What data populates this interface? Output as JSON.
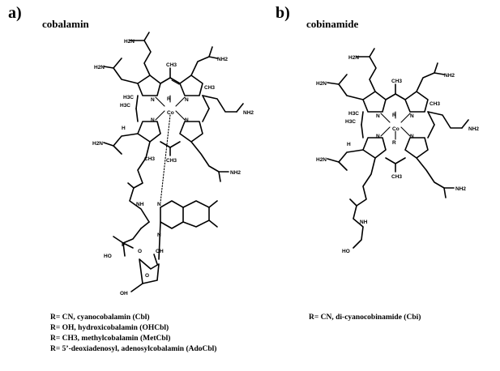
{
  "panels": [
    {
      "letter": "a)",
      "title": "cobalamin",
      "captions": [
        "R= CN, cyanocobalamin (Cbl)",
        "R= OH, hydroxicobalamin (OHCbl)",
        "R= CH3, methylcobalamin (MetCbl)",
        "R= 5’-deoxiadenosyl, adenosylcobalamin (AdoCbl)"
      ],
      "labels": {
        "nh2_top_left": "H2N",
        "nh2_left": "H2N",
        "nh2_top_right": "NH2",
        "nh2_right": "NH2",
        "nh2_left_low": "H2N",
        "nh2_right_low": "NH2",
        "ch3_top": "CH3",
        "ch3_a": "H3C",
        "ch3_b": "H3C",
        "ch3_c": "CH3",
        "ch3_d": "CH3",
        "ch3_e": "CH3",
        "co": "Co",
        "r": "R",
        "n1": "N",
        "n2": "N",
        "n3": "N",
        "n4": "N",
        "h": "H",
        "nh": "NH",
        "o_p": "O",
        "p": "P",
        "ho": "HO",
        "oh": "OH",
        "o_ring": "O",
        "oh2": "OH",
        "n_bz1": "N",
        "n_bz2": "N"
      }
    },
    {
      "letter": "b)",
      "title": "cobinamide",
      "captions": [
        "R= CN, di-cyanocobinamide (Cbi)"
      ],
      "labels": {
        "nh2_a": "H2N",
        "nh2_b": "H2N",
        "nh2_c": "NH2",
        "nh2_d": "NH2",
        "nh2_e": "H2N",
        "nh2_f": "NH2",
        "co": "Co",
        "r1": "R",
        "r2": "R",
        "n1": "N",
        "n2": "N",
        "n3": "N",
        "n4": "N",
        "h": "H",
        "ch3_a": "CH3",
        "ch3_b": "H3C",
        "ch3_c": "H3C",
        "ch3_d": "CH3",
        "ch3_e": "CH3",
        "nh": "NH",
        "ho": "HO"
      }
    }
  ]
}
